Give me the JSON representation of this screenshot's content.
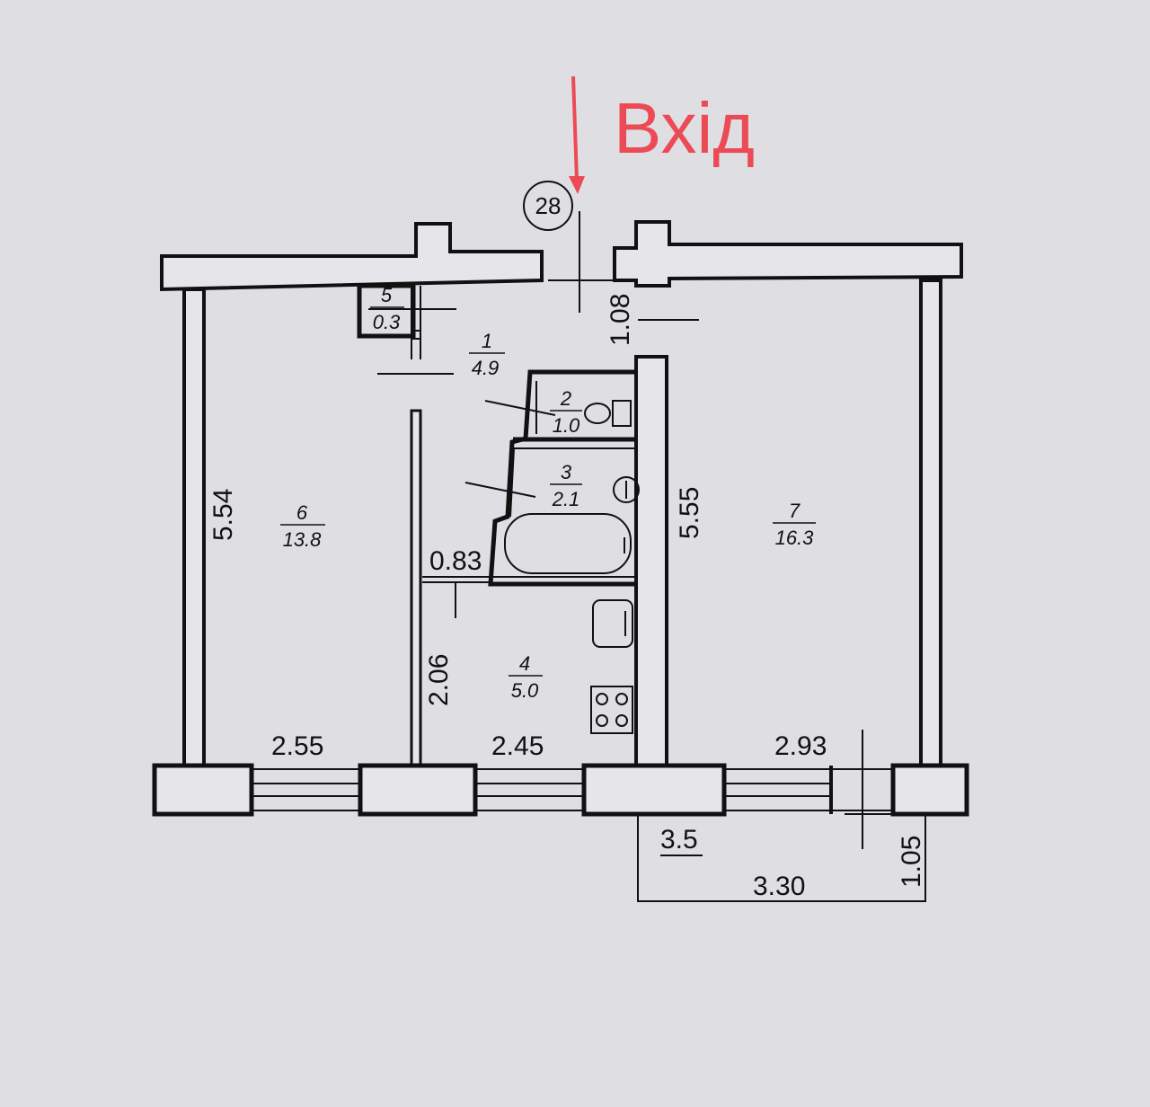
{
  "entry_label": "Вхід",
  "apartment_number": "28",
  "colors": {
    "background": "#dfdfe3",
    "lines": "#111111",
    "entry_accent": "#ec4a55"
  },
  "rooms": [
    {
      "number": "1",
      "area": "4.9"
    },
    {
      "number": "2",
      "area": "1.0"
    },
    {
      "number": "3",
      "area": "2.1"
    },
    {
      "number": "4",
      "area": "5.0"
    },
    {
      "number": "5",
      "area": "0.3"
    },
    {
      "number": "6",
      "area": "13.8"
    },
    {
      "number": "7",
      "area": "16.3"
    }
  ],
  "dimensions": {
    "entry_width": "1.08",
    "room6_length": "5.54",
    "room7_length": "5.55",
    "bathroom_width": "0.83",
    "kitchen_depth": "2.06",
    "room6_width": "2.55",
    "kitchen_width": "2.45",
    "room7_width": "2.93",
    "balcony_area": "3.5",
    "balcony_length": "3.30",
    "balcony_depth": "1.05"
  }
}
